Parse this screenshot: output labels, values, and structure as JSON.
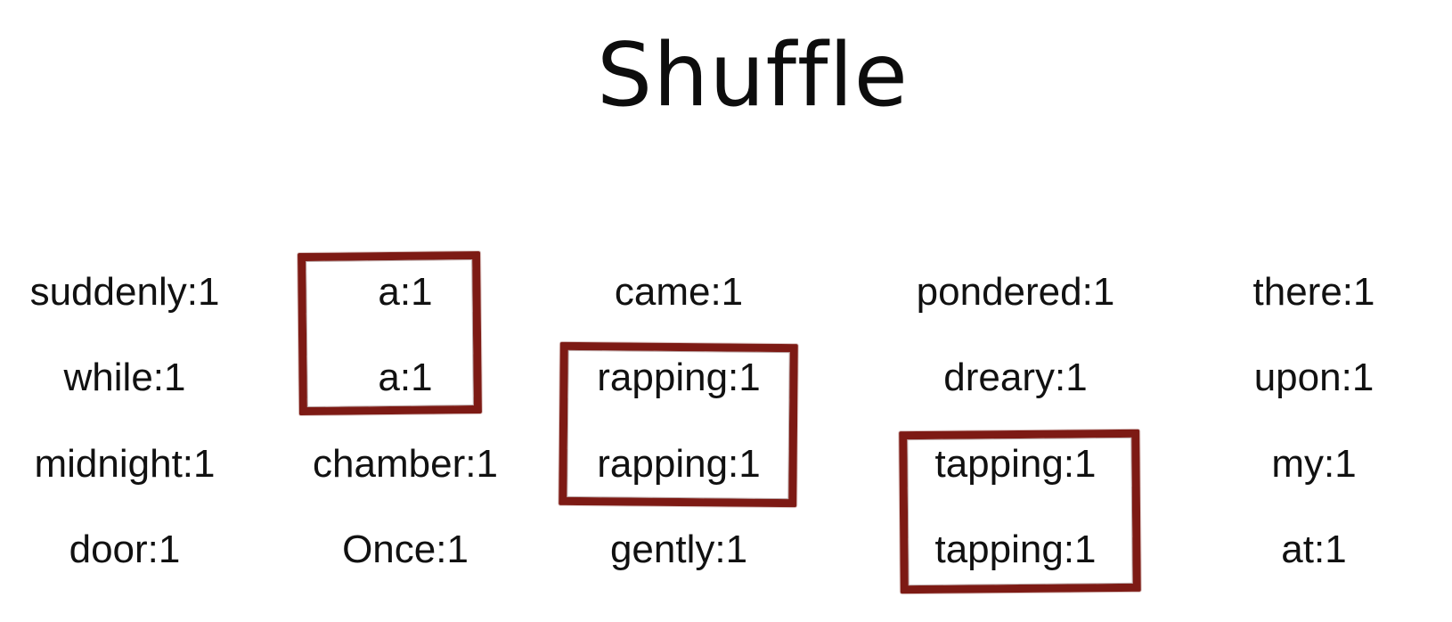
{
  "title": "Shuffle",
  "columns": [
    [
      "suddenly:1",
      "while:1",
      "midnight:1",
      "door:1"
    ],
    [
      "a:1",
      "a:1",
      "chamber:1",
      "Once:1"
    ],
    [
      "came:1",
      "rapping:1",
      "rapping:1",
      "gently:1"
    ],
    [
      "pondered:1",
      "dreary:1",
      "tapping:1",
      "tapping:1"
    ],
    [
      "there:1",
      "upon:1",
      "my:1",
      "at:1"
    ]
  ],
  "highlight_color": "#7d1a14"
}
